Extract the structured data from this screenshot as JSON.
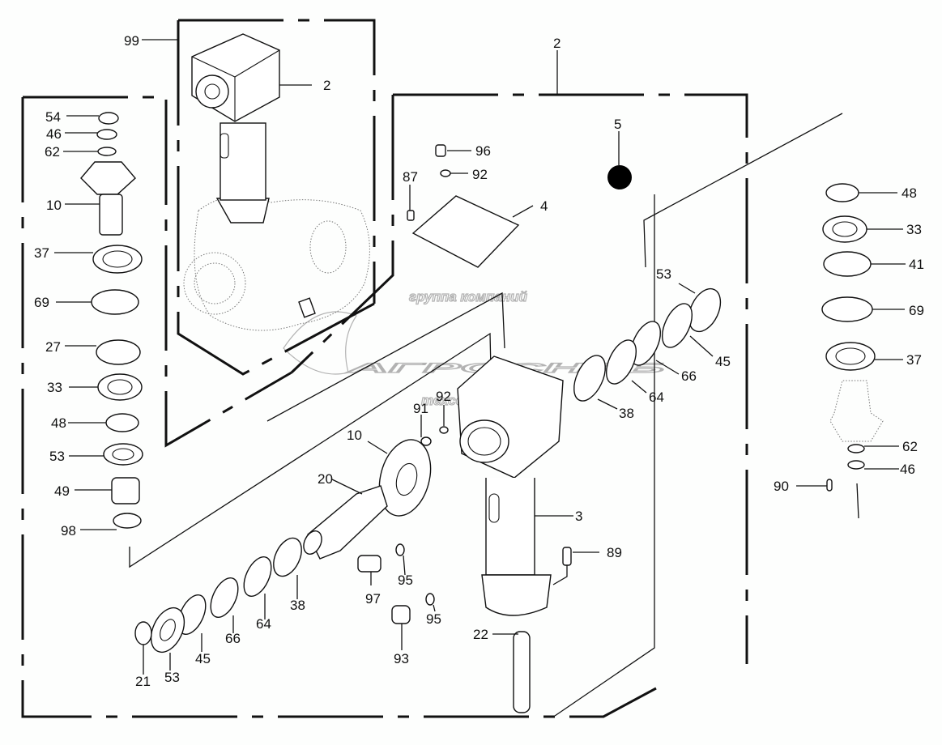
{
  "diagram": {
    "type": "exploded-parts-diagram",
    "subject": "angle gearbox assembly",
    "watermark": {
      "line1": "группа компаний",
      "line2": "АГРОСНАБ",
      "line3": "техсервис"
    },
    "groups": [
      {
        "id": "99",
        "label": "99",
        "description": "assembled gearbox reference view"
      },
      {
        "id": "2",
        "label": "2",
        "description": "gearbox housing group"
      },
      {
        "id": "left-column",
        "label": "",
        "description": "vertical shaft parts stack"
      }
    ],
    "callouts": {
      "c99": "99",
      "c2_top": "2",
      "c2_group": "2",
      "c5": "5",
      "c96": "96",
      "c92_top": "92",
      "c87": "87",
      "c4": "4",
      "c54": "54",
      "c46_left": "46",
      "c62_left": "62",
      "c10_left": "10",
      "c37_left": "37",
      "c69_left": "69",
      "c27": "27",
      "c33_left": "33",
      "c48_left": "48",
      "c53_left": "53",
      "c49": "49",
      "c98": "98",
      "c48_right": "48",
      "c33_right": "33",
      "c41": "41",
      "c69_right": "69",
      "c37_right": "37",
      "c62_right": "62",
      "c46_right": "46",
      "c90": "90",
      "c53_mid": "53",
      "c45_mid": "45",
      "c66_mid": "66",
      "c64_mid": "64",
      "c38_mid": "38",
      "c92_mid": "92",
      "c91": "91",
      "c10_mid": "10",
      "c20": "20",
      "c3": "3",
      "c89": "89",
      "c97": "97",
      "c95_a": "95",
      "c95_b": "95",
      "c93": "93",
      "c22": "22",
      "c38_low": "38",
      "c64_low": "64",
      "c66_low": "66",
      "c45_low": "45",
      "c53_low": "53",
      "c21": "21"
    }
  }
}
